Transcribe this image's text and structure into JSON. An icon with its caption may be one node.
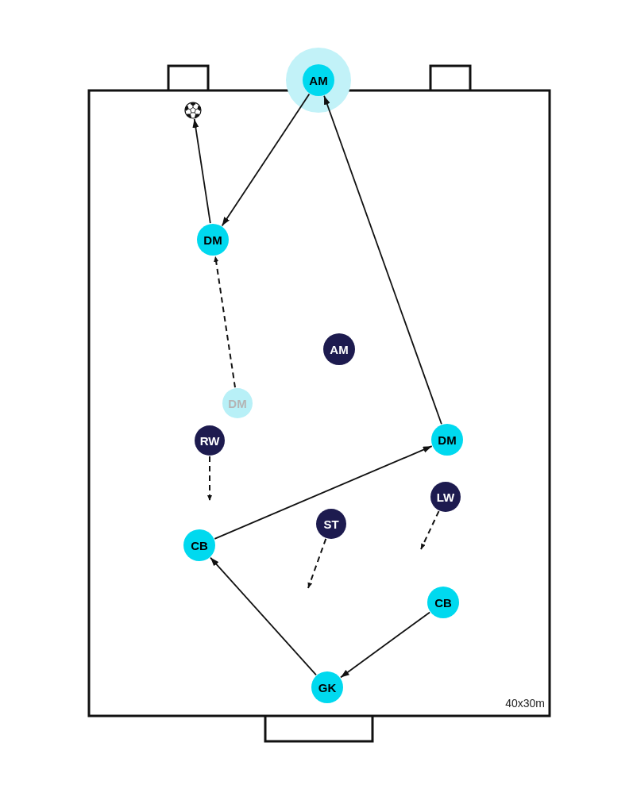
{
  "diagram": {
    "nodes": [
      {
        "text": [
          "AM"
        ]
      },
      {
        "text": [],
        "shape": "ball"
      },
      {
        "text": [
          "DM"
        ]
      },
      {
        "text": [
          "AM"
        ]
      },
      {
        "text": [
          "DM"
        ]
      },
      {
        "text": [
          "RW"
        ]
      },
      {
        "text": [
          "DM"
        ]
      },
      {
        "text": [
          "LW"
        ]
      },
      {
        "text": [
          "ST"
        ]
      },
      {
        "text": [
          "CB"
        ]
      },
      {
        "text": [
          "CB"
        ]
      },
      {
        "text": [
          "GK"
        ]
      }
    ],
    "edges": [
      {
        "from": 0,
        "to": 2,
        "arrow": "to"
      },
      {
        "from": 2,
        "to": 1,
        "arrow": "to"
      },
      {
        "from": 4,
        "to": 2,
        "arrow": "to",
        "style": "dashed"
      },
      {
        "from": 6,
        "to": 0,
        "arrow": "to"
      },
      {
        "from": 9,
        "to": 6,
        "arrow": "to"
      },
      {
        "from": 11,
        "to": 9,
        "arrow": "to"
      },
      {
        "from": 10,
        "to": 11,
        "arrow": "to"
      },
      {
        "from": 5,
        "to": null,
        "arrow": "to",
        "style": "dashed"
      },
      {
        "from": 7,
        "to": null,
        "arrow": "to",
        "style": "dashed"
      },
      {
        "from": 8,
        "to": null,
        "arrow": "to",
        "style": "dashed"
      }
    ],
    "labels": [
      "40x30m"
    ]
  }
}
